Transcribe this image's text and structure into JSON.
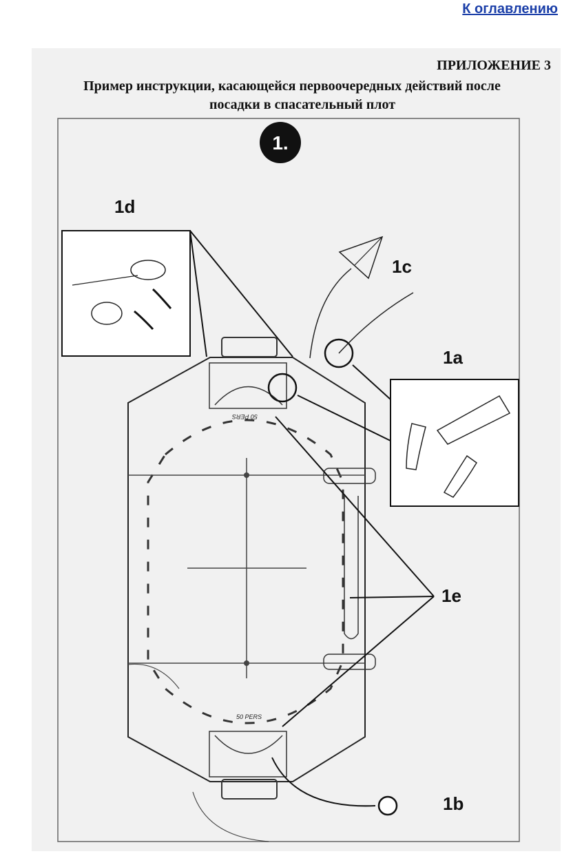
{
  "nav": {
    "toc_link": "К оглавлению"
  },
  "document": {
    "appendix": "ПРИЛОЖЕНИЕ 3",
    "title_line1": "Пример инструкции, касающейся первоочередных действий после",
    "title_line2": "посадки в спасательный плот"
  },
  "figure": {
    "step_number": "1.",
    "labels": {
      "d": "1d",
      "c": "1c",
      "a": "1a",
      "e": "1e",
      "b": "1b"
    },
    "capacity_top": "50 PERS",
    "capacity_bottom": "50 PERS",
    "icons": [
      "raft-diagram",
      "kite-antenna-icon",
      "repair-plug-icon",
      "sea-anchor-icon",
      "canopy-entrance-icon"
    ]
  }
}
